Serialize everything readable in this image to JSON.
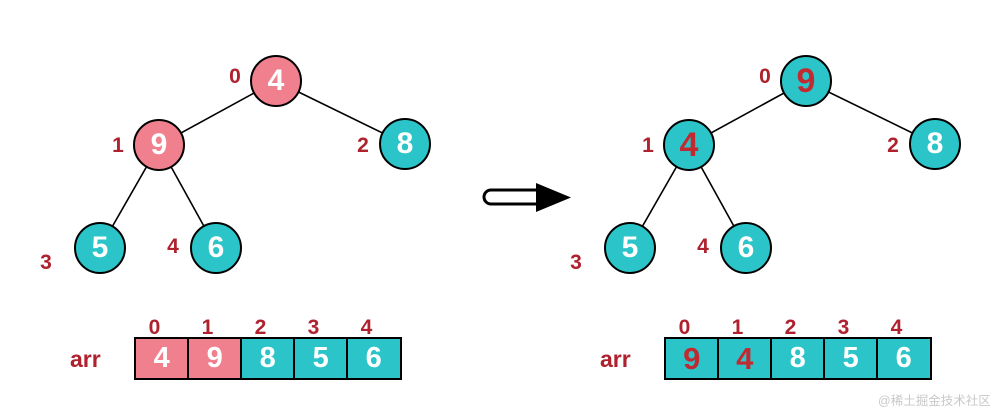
{
  "colors": {
    "node_pink": "#F0808E",
    "node_cyan": "#2BC4C8",
    "index_label_red": "#B0212E",
    "highlight_value_red": "#C22A31",
    "node_value_white": "#FFFFFF",
    "outline_black": "#000000",
    "watermark_gray": "#C9C9C9",
    "background": "#FFFFFF"
  },
  "left_tree": {
    "nodes": [
      {
        "index_label": "0",
        "value": "4",
        "fill": "fill-pink",
        "text_class": "text-white"
      },
      {
        "index_label": "1",
        "value": "9",
        "fill": "fill-pink",
        "text_class": "text-white"
      },
      {
        "index_label": "2",
        "value": "8",
        "fill": "fill-cyan",
        "text_class": "text-white"
      },
      {
        "index_label": "3",
        "value": "5",
        "fill": "fill-cyan",
        "text_class": "text-white"
      },
      {
        "index_label": "4",
        "value": "6",
        "fill": "fill-cyan",
        "text_class": "text-white"
      }
    ]
  },
  "right_tree": {
    "nodes": [
      {
        "index_label": "0",
        "value": "9",
        "fill": "fill-cyan",
        "text_class": "text-red"
      },
      {
        "index_label": "1",
        "value": "4",
        "fill": "fill-cyan",
        "text_class": "text-red"
      },
      {
        "index_label": "2",
        "value": "8",
        "fill": "fill-cyan",
        "text_class": "text-white"
      },
      {
        "index_label": "3",
        "value": "5",
        "fill": "fill-cyan",
        "text_class": "text-white"
      },
      {
        "index_label": "4",
        "value": "6",
        "fill": "fill-cyan",
        "text_class": "text-white"
      }
    ]
  },
  "left_array": {
    "label": "arr",
    "indices": [
      "0",
      "1",
      "2",
      "3",
      "4"
    ],
    "cells": [
      {
        "value": "4",
        "fill": "fill-pink",
        "text_class": "text-white"
      },
      {
        "value": "9",
        "fill": "fill-pink",
        "text_class": "text-white"
      },
      {
        "value": "8",
        "fill": "fill-cyan",
        "text_class": "text-white"
      },
      {
        "value": "5",
        "fill": "fill-cyan",
        "text_class": "text-white"
      },
      {
        "value": "6",
        "fill": "fill-cyan",
        "text_class": "text-white"
      }
    ]
  },
  "right_array": {
    "label": "arr",
    "indices": [
      "0",
      "1",
      "2",
      "3",
      "4"
    ],
    "cells": [
      {
        "value": "9",
        "fill": "fill-cyan",
        "text_class": "text-red"
      },
      {
        "value": "4",
        "fill": "fill-cyan",
        "text_class": "text-red"
      },
      {
        "value": "8",
        "fill": "fill-cyan",
        "text_class": "text-white"
      },
      {
        "value": "5",
        "fill": "fill-cyan",
        "text_class": "text-white"
      },
      {
        "value": "6",
        "fill": "fill-cyan",
        "text_class": "text-white"
      }
    ]
  },
  "watermark": "@稀土掘金技术社区"
}
